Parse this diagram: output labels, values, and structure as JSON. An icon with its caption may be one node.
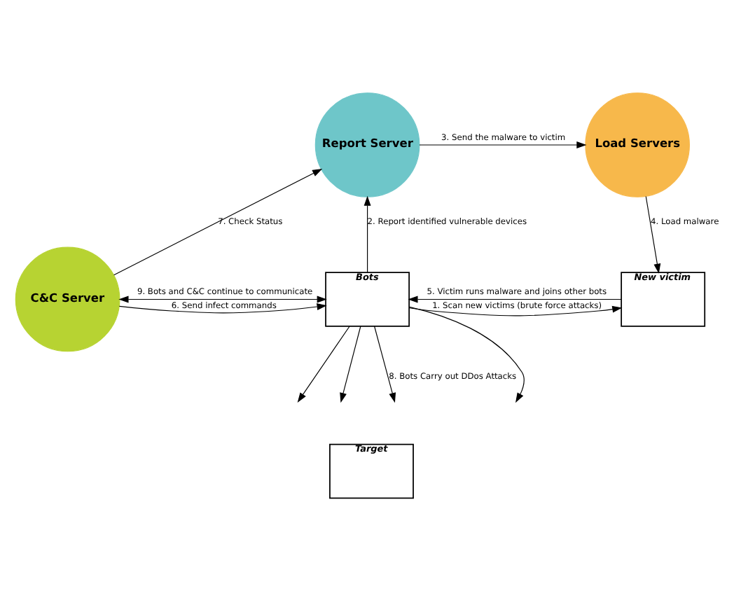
{
  "diagram": {
    "nodes": [
      {
        "text": [
          "C&C Server"
        ]
      },
      {
        "text": [
          "Report Server"
        ]
      },
      {
        "text": [
          "Load Servers"
        ]
      },
      {
        "text": [
          "Bots"
        ]
      },
      {
        "text": [
          "New victim"
        ]
      },
      {
        "text": [
          "Target"
        ]
      }
    ],
    "edges": [
      {
        "from": 0,
        "to": 1,
        "arrow": "to",
        "label": "7. Check Status"
      },
      {
        "from": 1,
        "to": 2,
        "arrow": "to",
        "label": "3. Send the malware to victim"
      },
      {
        "from": 3,
        "to": 1,
        "arrow": "to",
        "label": "2. Report identified vulnerable devices"
      },
      {
        "from": 2,
        "to": 4,
        "arrow": "to",
        "label": "4. Load malware"
      },
      {
        "from": 0,
        "to": 3,
        "arrow": "to",
        "label": "6. Send infect commands"
      },
      {
        "from": 3,
        "to": 4,
        "arrow": "to",
        "label": "1. Scan new victims (brute force attacks)"
      },
      {
        "from": 0,
        "to": 3,
        "arrow": "both",
        "label": "9. Bots and C&C continue to communicate"
      },
      {
        "from": 4,
        "to": 3,
        "arrow": "to",
        "label": "5. Victim runs malware and joins other bots"
      },
      {
        "from": 3,
        "to": null,
        "arrow": "to"
      },
      {
        "from": 3,
        "to": null,
        "arrow": "to"
      },
      {
        "from": 3,
        "to": null,
        "arrow": "to",
        "label": "8. Bots Carry out DDos Attacks"
      },
      {
        "from": 3,
        "to": null,
        "arrow": "to"
      }
    ]
  }
}
